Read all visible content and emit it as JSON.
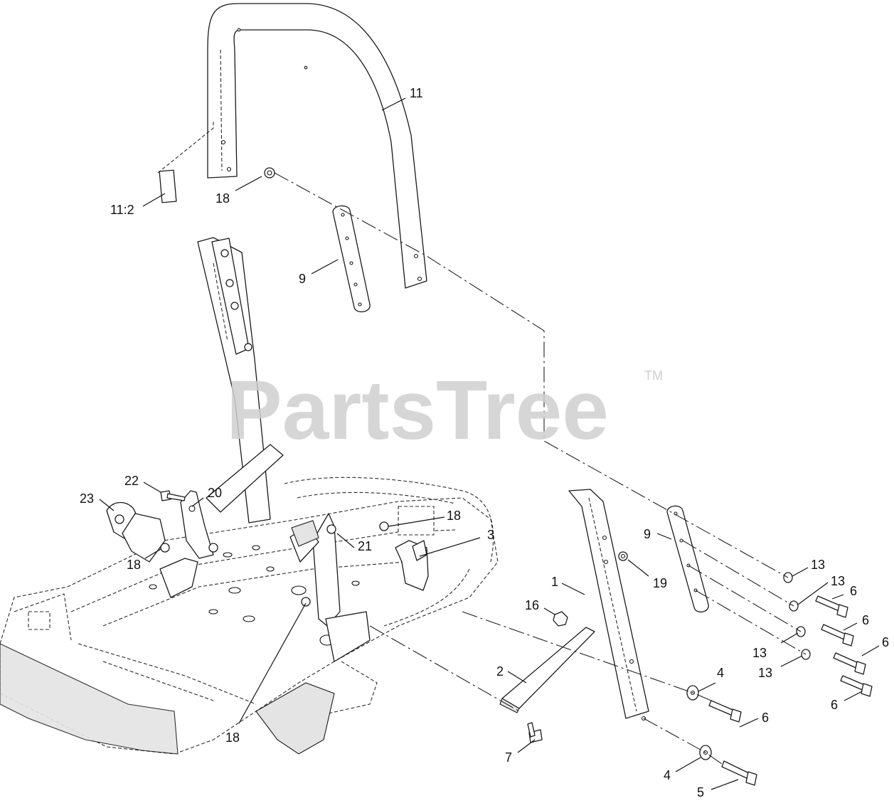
{
  "watermark": {
    "text": "PartsTree",
    "trademark": "TM"
  },
  "callouts": {
    "c11": "11",
    "c11_2": "11:2",
    "c18_top": "18",
    "c9_left": "9",
    "c22": "22",
    "c20": "20",
    "c23": "23",
    "c18_left": "18",
    "c18_mid": "18",
    "c3": "3",
    "c21": "21",
    "c1": "1",
    "c9_right": "9",
    "c19": "19",
    "c13_a": "13",
    "c13_b": "13",
    "c6_a": "6",
    "c6_b": "6",
    "c13_c": "13",
    "c6_c": "6",
    "c13_d": "13",
    "c6_d": "6",
    "c16": "16",
    "c2": "2",
    "c4_a": "4",
    "c6_e": "6",
    "c18_bottom": "18",
    "c7": "7",
    "c4_b": "4",
    "c5": "5"
  }
}
